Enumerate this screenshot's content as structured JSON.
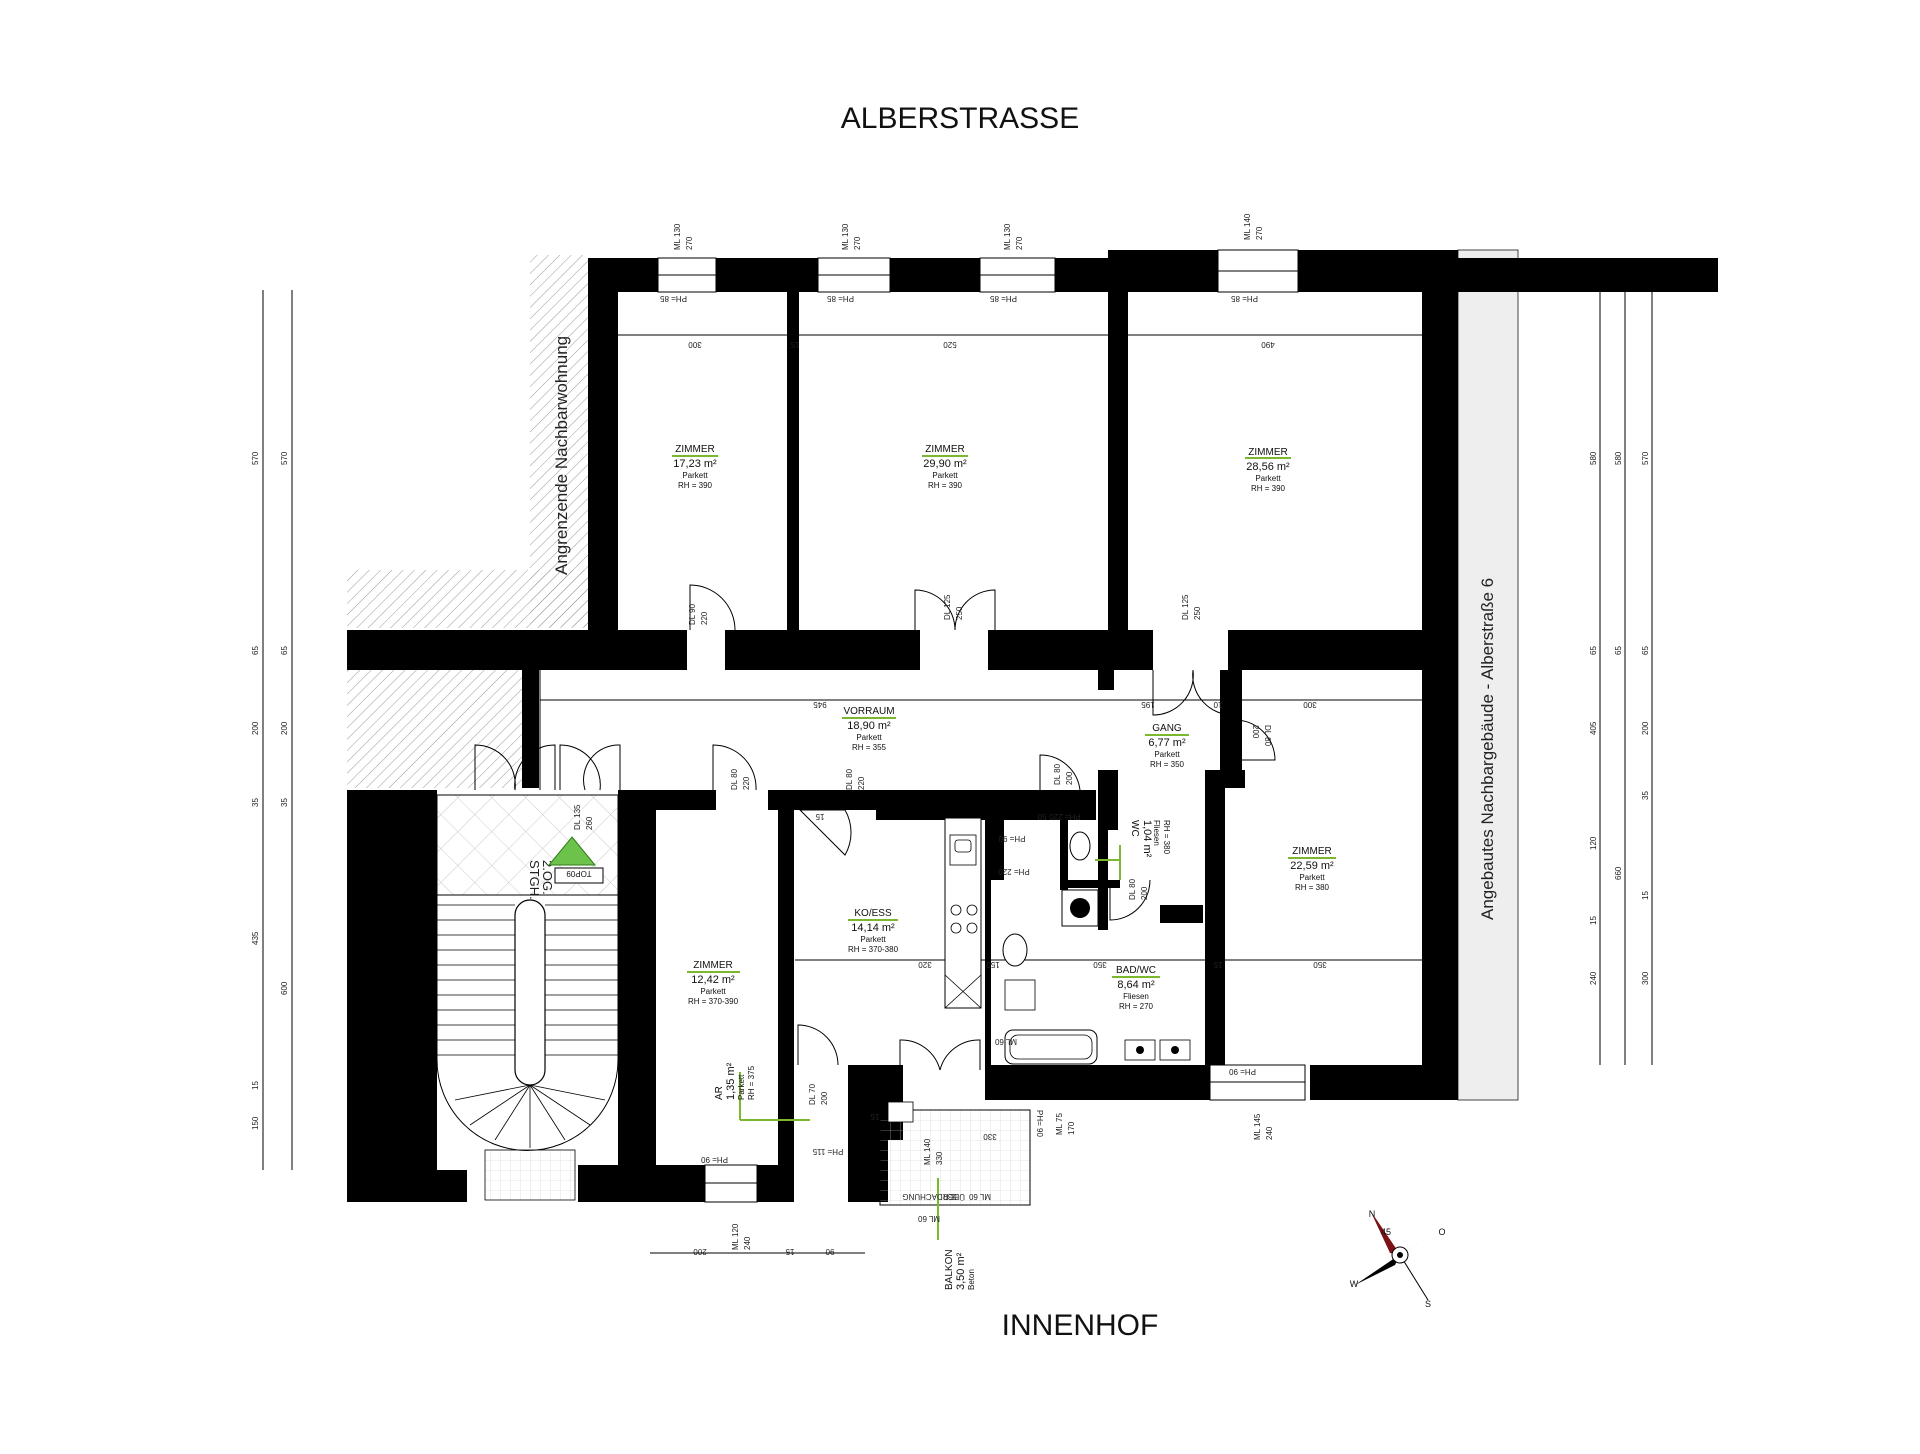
{
  "labels": {
    "north_street": "ALBERSTRASSE",
    "south_yard": "INNENHOF",
    "west_neighbor": "Angrenzende Nachbarwohnung",
    "east_neighbor": "Angebautes Nachbargebäude - Alberstraße 6",
    "stair": "STGH.",
    "stair_floor": "2.OG.",
    "unit": "TOP09",
    "canopy": "ÜBERDACHUNG"
  },
  "rooms": [
    {
      "name": "ZIMMER",
      "area": "17,23 m²",
      "floor": "Parkett",
      "height": "RH = 390"
    },
    {
      "name": "ZIMMER",
      "area": "29,90 m²",
      "floor": "Parkett",
      "height": "RH = 390"
    },
    {
      "name": "ZIMMER",
      "area": "28,56 m²",
      "floor": "Parkett",
      "height": "RH = 390"
    },
    {
      "name": "VORRAUM",
      "area": "18,90 m²",
      "floor": "Parkett",
      "height": "RH = 355"
    },
    {
      "name": "GANG",
      "area": "6,77 m²",
      "floor": "Parkett",
      "height": "RH = 350"
    },
    {
      "name": "ZIMMER",
      "area": "22,59 m²",
      "floor": "Parkett",
      "height": "RH = 380"
    },
    {
      "name": "KO/ESS",
      "area": "14,14 m²",
      "floor": "Parkett",
      "height": "RH = 370-380"
    },
    {
      "name": "ZIMMER",
      "area": "12,42 m²",
      "floor": "Parkett",
      "height": "RH = 370-390"
    },
    {
      "name": "BAD/WC",
      "area": "8,64 m²",
      "floor": "Fliesen",
      "height": "RH = 270"
    },
    {
      "name": "WC",
      "area": "1,04 m²",
      "floor": "Fliesen",
      "height": "RH = 380"
    },
    {
      "name": "AR",
      "area": "1,35 m²",
      "floor": "Parkett",
      "height": "RH = 375"
    },
    {
      "name": "BALKON",
      "area": "3,50 m²",
      "floor": "Beton",
      "height": ""
    }
  ],
  "windows": {
    "w1": [
      "ML 130",
      "270",
      "PH= 85"
    ],
    "w2": [
      "ML 130",
      "270",
      "PH= 85"
    ],
    "w3": [
      "ML 130",
      "270",
      "PH= 85"
    ],
    "w4": [
      "ML 140",
      "270",
      "PH= 85"
    ],
    "w5": [
      "ML 120",
      "240",
      "PH= 90"
    ],
    "w6": [
      "ML 145",
      "240",
      "PH= 90"
    ],
    "w7": [
      "ML 75",
      "170",
      "PH= 90"
    ],
    "w8": [
      "ML 140",
      "330",
      "ML 60"
    ]
  },
  "doors": {
    "d1": [
      "DL 90",
      "220"
    ],
    "d2": [
      "DL 125",
      "250"
    ],
    "d3": [
      "DL 125",
      "250"
    ],
    "d4": [
      "DL 80",
      "220"
    ],
    "d5": [
      "DL 80",
      "220"
    ],
    "d6": [
      "DL 80",
      "200"
    ],
    "d7": [
      "DL 135",
      "260"
    ],
    "d8": [
      "DL 80",
      "200"
    ],
    "d9": [
      "DL 70",
      "200"
    ],
    "d10": [
      "DL 80",
      "200"
    ]
  },
  "dims": {
    "widths": [
      "300",
      "15",
      "520",
      "490",
      "945",
      "195",
      "10",
      "300",
      "320",
      "350",
      "15",
      "350",
      "15",
      "330",
      "330",
      "150",
      "15",
      "50",
      "PH= 90",
      "PH= 220",
      "PH= 115",
      "PH= 220",
      "ML 60",
      "ML 60",
      "200",
      "15",
      "90"
    ],
    "left_a": [
      "570",
      "65",
      "200",
      "35",
      "435",
      "15",
      "150"
    ],
    "left_b": [
      "570",
      "65",
      "200",
      "35",
      "600"
    ],
    "right_a": [
      "580",
      "65",
      "405",
      "120",
      "15",
      "240"
    ],
    "right_b": [
      "580",
      "65",
      "660"
    ],
    "right_c": [
      "570",
      "65",
      "200",
      "35",
      "15",
      "300"
    ]
  },
  "compass": {
    "n": "N",
    "o": "O",
    "s": "S",
    "w": "W",
    "deg": "45"
  },
  "colors": {
    "accent": "#7ab82e",
    "stair_triangle": "#6cc24a",
    "hatch": "#999999"
  }
}
